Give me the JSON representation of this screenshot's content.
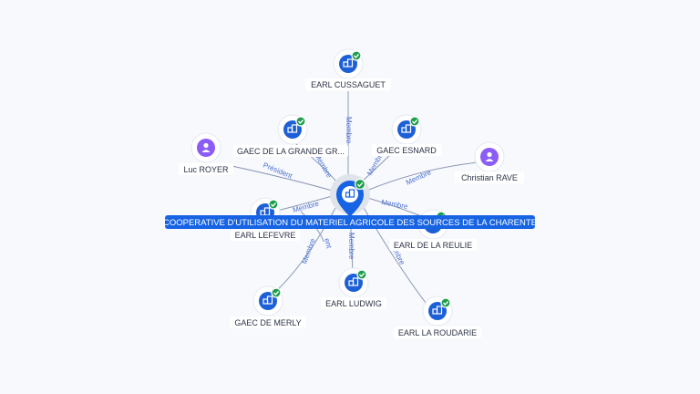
{
  "graph": {
    "center": {
      "label": "COOPERATIVE D'UTILISATION DU MATERIEL AGRICOLE DES SOURCES DE LA CHARENTE",
      "icon": "building-icon",
      "verified": true
    },
    "nodes": [
      {
        "id": "earl-cussaguet",
        "label": "EARL CUSSAGUET",
        "type": "company",
        "verified": true,
        "edge_label": "Membre"
      },
      {
        "id": "gaec-grande",
        "label": "GAEC DE LA GRANDE GR...",
        "type": "company",
        "verified": true,
        "edge_label": "Membre"
      },
      {
        "id": "gaec-esnard",
        "label": "GAEC ESNARD",
        "type": "company",
        "verified": true,
        "edge_label": "Membre"
      },
      {
        "id": "luc-royer",
        "label": "Luc ROYER",
        "type": "person",
        "verified": false,
        "edge_label": "Président"
      },
      {
        "id": "christian-rave",
        "label": "Christian RAVE",
        "type": "person",
        "verified": false,
        "edge_label": "Membre"
      },
      {
        "id": "earl-lefevre",
        "label": "EARL LEFEVRE",
        "type": "company",
        "verified": true,
        "edge_label": "Membre"
      },
      {
        "id": "earl-reulie",
        "label": "EARL DE LA REULIE",
        "type": "company",
        "verified": true,
        "edge_label": "Membre"
      },
      {
        "id": "gaec-merly",
        "label": "GAEC DE MERLY",
        "type": "company",
        "verified": true,
        "edge_label": "Membre"
      },
      {
        "id": "earl-ludwig",
        "label": "EARL LUDWIG",
        "type": "company",
        "verified": true,
        "edge_label": "Membre"
      },
      {
        "id": "earl-roudarie",
        "label": "EARL LA ROUDARIE",
        "type": "company",
        "verified": true,
        "edge_label": "Membre"
      },
      {
        "id": "edge-extra",
        "label": "",
        "type": "hidden",
        "verified": false,
        "edge_label": "ent"
      }
    ]
  },
  "colors": {
    "company": "#1d5fd6",
    "person": "#8b5cf6",
    "verified": "#1e9e4c",
    "center": "#1663e3",
    "edge": "#8d99b5",
    "edge_label": "#4a6fd1"
  }
}
